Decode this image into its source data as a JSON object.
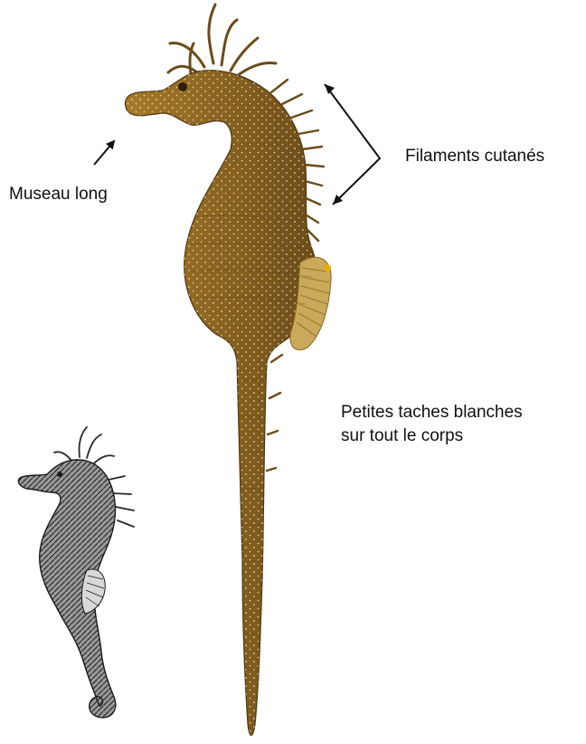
{
  "labels": {
    "snout": "Museau long",
    "filaments": "Filaments cutanés",
    "spots_line1": "Petites taches blanches",
    "spots_line2": "sur tout le corps"
  },
  "colors": {
    "body": "#8a6420",
    "body_dark": "#5e4214",
    "body_light": "#b88f3e",
    "spots": "#f4ecd8",
    "fin": "#c9a95a",
    "ink": "#111111",
    "engraving": "#2a2a2a"
  },
  "icons": [
    "arrow-snout-icon",
    "bracket-arrows-icon"
  ]
}
